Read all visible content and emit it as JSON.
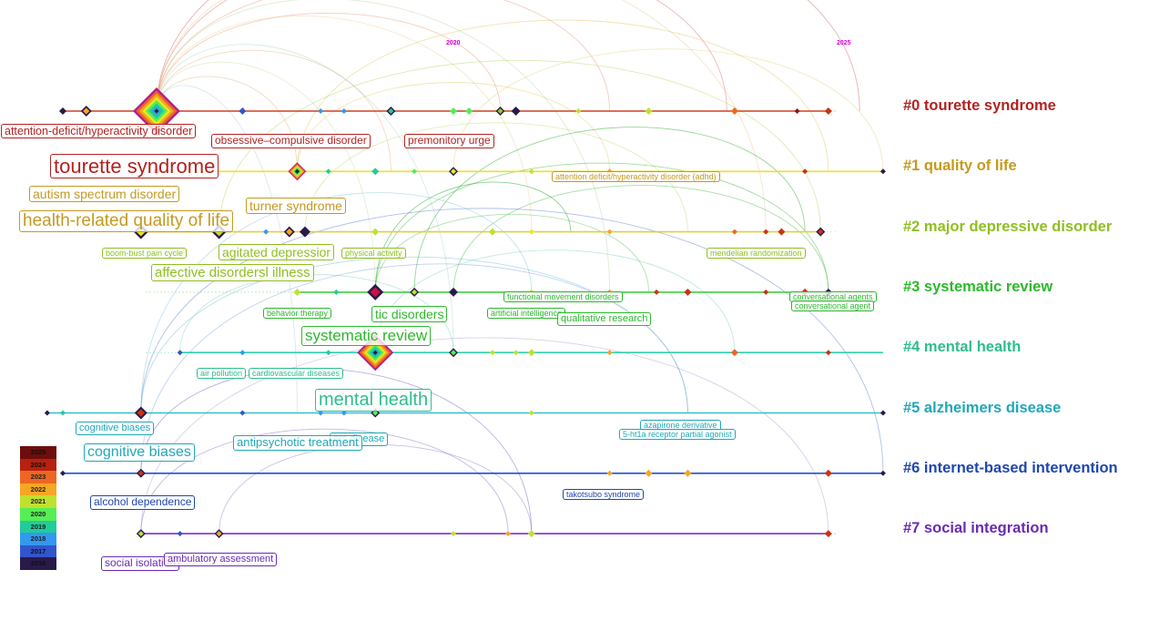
{
  "timeline": {
    "axis_years": [
      "2020",
      "2025"
    ],
    "clusters": [
      {
        "id": "#0",
        "label": "tourette syndrome",
        "title": "#0 tourette syndrome",
        "color": "#b22222"
      },
      {
        "id": "#1",
        "label": "quality of life",
        "title": "#1 quality of life",
        "color": "#c49a1e"
      },
      {
        "id": "#2",
        "label": "major depressive disorder",
        "title": "#2 major depressive disorder",
        "color": "#8fbf21"
      },
      {
        "id": "#3",
        "label": "systematic review",
        "title": "#3 systematic review",
        "color": "#2db82d"
      },
      {
        "id": "#4",
        "label": "mental health",
        "title": "#4 mental health",
        "color": "#2ebd8c"
      },
      {
        "id": "#5",
        "label": "alzheimers disease",
        "title": "#5 alzheimers disease",
        "color": "#20a8b8"
      },
      {
        "id": "#6",
        "label": "internet-based intervention",
        "title": "#6 internet-based intervention",
        "color": "#1f46b0"
      },
      {
        "id": "#7",
        "label": "social integration",
        "title": "#7 social integration",
        "color": "#6a2bb0"
      }
    ],
    "keywords": [
      {
        "text": "attention-deficit/hyperactivity disorder",
        "cluster": 0
      },
      {
        "text": "obsessive–compulsive disorder",
        "cluster": 0
      },
      {
        "text": "premonitory urge",
        "cluster": 0
      },
      {
        "text": "tourette syndrome",
        "cluster": 0
      },
      {
        "text": "attention deficit/hyperactivity disorder (adhd)",
        "cluster": 1
      },
      {
        "text": "autism spectrum disorder",
        "cluster": 1
      },
      {
        "text": "turner syndrome",
        "cluster": 1
      },
      {
        "text": "health-related quality of life",
        "cluster": 1
      },
      {
        "text": "boom-bust pain cycle",
        "cluster": 2
      },
      {
        "text": "agitated depressior",
        "cluster": 2
      },
      {
        "text": "physical activity",
        "cluster": 2
      },
      {
        "text": "mendelian randomization",
        "cluster": 2
      },
      {
        "text": "affective disordersl illness",
        "cluster": 2
      },
      {
        "text": "functional movement disorders",
        "cluster": 3
      },
      {
        "text": "conversational agents",
        "cluster": 3
      },
      {
        "text": "conversational agent",
        "cluster": 3
      },
      {
        "text": "behavior therapy",
        "cluster": 3
      },
      {
        "text": "tic disorders",
        "cluster": 3
      },
      {
        "text": "artificial intelligence",
        "cluster": 3
      },
      {
        "text": "qualitative research",
        "cluster": 3
      },
      {
        "text": "systematic review",
        "cluster": 3
      },
      {
        "text": "air pollution",
        "cluster": 4
      },
      {
        "text": "cardiovascular diseases",
        "cluster": 4
      },
      {
        "text": "mental health",
        "cluster": 4
      },
      {
        "text": "cognitive biases",
        "cluster": 5
      },
      {
        "text": "azapirone derivative",
        "cluster": 5
      },
      {
        "text": "5-ht1a receptor partial agonist",
        "cluster": 5
      },
      {
        "text": "cognitive biases",
        "cluster": 5
      },
      {
        "text": "antipsychotic treatment",
        "cluster": 5
      },
      {
        "text": "ers disease",
        "cluster": 5
      },
      {
        "text": "alcohol dependence",
        "cluster": 6
      },
      {
        "text": "takotsubo syndrome",
        "cluster": 6
      },
      {
        "text": "social isolation",
        "cluster": 7
      },
      {
        "text": "ambulatory assessment",
        "cluster": 7
      }
    ],
    "nodes": [
      {
        "cluster": 0,
        "year": 2015.0,
        "size": 4,
        "color": "#2a1a4a"
      },
      {
        "cluster": 0,
        "year": 2015.3,
        "size": 6,
        "color": "#f5a623"
      },
      {
        "cluster": 0,
        "year": 2016.2,
        "size": 26,
        "color": "#e8e820"
      },
      {
        "cluster": 0,
        "year": 2017.3,
        "size": 4,
        "color": "#3355cc"
      },
      {
        "cluster": 0,
        "year": 2018.3,
        "size": 3,
        "color": "#3399ee"
      },
      {
        "cluster": 0,
        "year": 2018.6,
        "size": 3,
        "color": "#3399ee"
      },
      {
        "cluster": 0,
        "year": 2019.2,
        "size": 5,
        "color": "#22cc99"
      },
      {
        "cluster": 0,
        "year": 2020.0,
        "size": 4,
        "color": "#55ee55"
      },
      {
        "cluster": 0,
        "year": 2020.2,
        "size": 4,
        "color": "#55ee55"
      },
      {
        "cluster": 0,
        "year": 2020.6,
        "size": 5,
        "color": "#8fd020"
      },
      {
        "cluster": 0,
        "year": 2020.8,
        "size": 5,
        "color": "#2a1a4a"
      },
      {
        "cluster": 0,
        "year": 2021.6,
        "size": 3,
        "color": "#c0e030"
      },
      {
        "cluster": 0,
        "year": 2022.5,
        "size": 4,
        "color": "#c0e030"
      },
      {
        "cluster": 0,
        "year": 2023.6,
        "size": 4,
        "color": "#ee6622"
      },
      {
        "cluster": 0,
        "year": 2024.4,
        "size": 3,
        "color": "#8b1a1a"
      },
      {
        "cluster": 0,
        "year": 2024.8,
        "size": 4,
        "color": "#cc3311"
      },
      {
        "cluster": 1,
        "year": 2016.2,
        "size": 4,
        "color": "#cc3311"
      },
      {
        "cluster": 1,
        "year": 2018.0,
        "size": 10,
        "color": "#ee6622"
      },
      {
        "cluster": 1,
        "year": 2018.4,
        "size": 3,
        "color": "#22cc99"
      },
      {
        "cluster": 1,
        "year": 2019.0,
        "size": 4,
        "color": "#22cc99"
      },
      {
        "cluster": 1,
        "year": 2019.5,
        "size": 3,
        "color": "#55ee55"
      },
      {
        "cluster": 1,
        "year": 2020.0,
        "size": 5,
        "color": "#e8e820"
      },
      {
        "cluster": 1,
        "year": 2021.0,
        "size": 3,
        "color": "#c0e030"
      },
      {
        "cluster": 1,
        "year": 2022.0,
        "size": 3,
        "color": "#f5a623"
      },
      {
        "cluster": 1,
        "year": 2024.5,
        "size": 3,
        "color": "#cc3311"
      },
      {
        "cluster": 1,
        "year": 2025.5,
        "size": 3,
        "color": "#2a1a4a"
      },
      {
        "cluster": 2,
        "year": 2016.0,
        "size": 8,
        "color": "#e8e820"
      },
      {
        "cluster": 2,
        "year": 2017.0,
        "size": 8,
        "color": "#c0e030"
      },
      {
        "cluster": 2,
        "year": 2017.6,
        "size": 3,
        "color": "#3399ee"
      },
      {
        "cluster": 2,
        "year": 2017.9,
        "size": 6,
        "color": "#f5a623"
      },
      {
        "cluster": 2,
        "year": 2018.1,
        "size": 6,
        "color": "#2a1a4a"
      },
      {
        "cluster": 2,
        "year": 2019.0,
        "size": 4,
        "color": "#c0e030"
      },
      {
        "cluster": 2,
        "year": 2020.5,
        "size": 4,
        "color": "#c0e030"
      },
      {
        "cluster": 2,
        "year": 2021.0,
        "size": 3,
        "color": "#e8e820"
      },
      {
        "cluster": 2,
        "year": 2022.0,
        "size": 3,
        "color": "#f5a623"
      },
      {
        "cluster": 2,
        "year": 2023.6,
        "size": 3,
        "color": "#ee6622"
      },
      {
        "cluster": 2,
        "year": 2024.0,
        "size": 3,
        "color": "#cc3311"
      },
      {
        "cluster": 2,
        "year": 2024.2,
        "size": 4,
        "color": "#cc3311"
      },
      {
        "cluster": 2,
        "year": 2024.7,
        "size": 5,
        "color": "#cc3311"
      },
      {
        "cluster": 3,
        "year": 2018.0,
        "size": 4,
        "color": "#c0e030"
      },
      {
        "cluster": 3,
        "year": 2018.5,
        "size": 3,
        "color": "#22cc99"
      },
      {
        "cluster": 3,
        "year": 2019.0,
        "size": 9,
        "color": "#cc1144"
      },
      {
        "cluster": 3,
        "year": 2019.5,
        "size": 5,
        "color": "#c0e030"
      },
      {
        "cluster": 3,
        "year": 2020.0,
        "size": 5,
        "color": "#2a1a4a"
      },
      {
        "cluster": 3,
        "year": 2021.0,
        "size": 3,
        "color": "#c0e030"
      },
      {
        "cluster": 3,
        "year": 2022.0,
        "size": 3,
        "color": "#f5a623"
      },
      {
        "cluster": 3,
        "year": 2022.6,
        "size": 3,
        "color": "#cc3311"
      },
      {
        "cluster": 3,
        "year": 2023.0,
        "size": 4,
        "color": "#cc3311"
      },
      {
        "cluster": 3,
        "year": 2024.0,
        "size": 3,
        "color": "#cc3311"
      },
      {
        "cluster": 3,
        "year": 2024.5,
        "size": 4,
        "color": "#cc3311"
      },
      {
        "cluster": 3,
        "year": 2024.8,
        "size": 4,
        "color": "#2a1a4a"
      },
      {
        "cluster": 4,
        "year": 2016.5,
        "size": 3,
        "color": "#3355cc"
      },
      {
        "cluster": 4,
        "year": 2017.3,
        "size": 3,
        "color": "#3399ee"
      },
      {
        "cluster": 4,
        "year": 2018.4,
        "size": 3,
        "color": "#22cc99"
      },
      {
        "cluster": 4,
        "year": 2019.0,
        "size": 20,
        "color": "#f5a623"
      },
      {
        "cluster": 4,
        "year": 2020.0,
        "size": 5,
        "color": "#55ee55"
      },
      {
        "cluster": 4,
        "year": 2020.5,
        "size": 3,
        "color": "#c0e030"
      },
      {
        "cluster": 4,
        "year": 2020.8,
        "size": 3,
        "color": "#c0e030"
      },
      {
        "cluster": 4,
        "year": 2021.0,
        "size": 4,
        "color": "#c0e030"
      },
      {
        "cluster": 4,
        "year": 2022.0,
        "size": 3,
        "color": "#f5a623"
      },
      {
        "cluster": 4,
        "year": 2023.6,
        "size": 4,
        "color": "#ee6622"
      },
      {
        "cluster": 4,
        "year": 2024.8,
        "size": 3,
        "color": "#cc3311"
      },
      {
        "cluster": 5,
        "year": 2014.8,
        "size": 3,
        "color": "#2a1a4a"
      },
      {
        "cluster": 5,
        "year": 2015.0,
        "size": 3,
        "color": "#22cc99"
      },
      {
        "cluster": 5,
        "year": 2016.0,
        "size": 7,
        "color": "#cc3311"
      },
      {
        "cluster": 5,
        "year": 2017.3,
        "size": 3,
        "color": "#3355cc"
      },
      {
        "cluster": 5,
        "year": 2018.3,
        "size": 3,
        "color": "#3399ee"
      },
      {
        "cluster": 5,
        "year": 2018.6,
        "size": 3,
        "color": "#3399ee"
      },
      {
        "cluster": 5,
        "year": 2019.0,
        "size": 5,
        "color": "#55ee55"
      },
      {
        "cluster": 5,
        "year": 2021.0,
        "size": 3,
        "color": "#c0e030"
      },
      {
        "cluster": 5,
        "year": 2025.5,
        "size": 3,
        "color": "#2a1a4a"
      },
      {
        "cluster": 6,
        "year": 2015.0,
        "size": 3,
        "color": "#2a1a4a"
      },
      {
        "cluster": 6,
        "year": 2016.0,
        "size": 5,
        "color": "#cc3311"
      },
      {
        "cluster": 6,
        "year": 2022.0,
        "size": 3,
        "color": "#f5a623"
      },
      {
        "cluster": 6,
        "year": 2022.5,
        "size": 4,
        "color": "#f5a623"
      },
      {
        "cluster": 6,
        "year": 2023.0,
        "size": 4,
        "color": "#f5a623"
      },
      {
        "cluster": 6,
        "year": 2024.8,
        "size": 4,
        "color": "#cc3311"
      },
      {
        "cluster": 6,
        "year": 2025.5,
        "size": 3,
        "color": "#2a1a4a"
      },
      {
        "cluster": 7,
        "year": 2016.0,
        "size": 5,
        "color": "#c0e030"
      },
      {
        "cluster": 7,
        "year": 2016.5,
        "size": 3,
        "color": "#3355cc"
      },
      {
        "cluster": 7,
        "year": 2017.0,
        "size": 5,
        "color": "#f5a623"
      },
      {
        "cluster": 7,
        "year": 2020.0,
        "size": 3,
        "color": "#c0e030"
      },
      {
        "cluster": 7,
        "year": 2020.7,
        "size": 3,
        "color": "#f5a623"
      },
      {
        "cluster": 7,
        "year": 2021.0,
        "size": 4,
        "color": "#c0e030"
      },
      {
        "cluster": 7,
        "year": 2024.8,
        "size": 4,
        "color": "#cc3311"
      }
    ],
    "legend": [
      {
        "year": "2025",
        "color": "#6e0d0d"
      },
      {
        "year": "2024",
        "color": "#b7210f"
      },
      {
        "year": "2023",
        "color": "#ee6622"
      },
      {
        "year": "2022",
        "color": "#f5a623"
      },
      {
        "year": "2021",
        "color": "#c0e030"
      },
      {
        "year": "2020",
        "color": "#55ee55"
      },
      {
        "year": "2019",
        "color": "#22cc99"
      },
      {
        "year": "2018",
        "color": "#3399ee"
      },
      {
        "year": "2017",
        "color": "#3355cc"
      },
      {
        "year": "2016",
        "color": "#2a1a4a"
      }
    ]
  }
}
